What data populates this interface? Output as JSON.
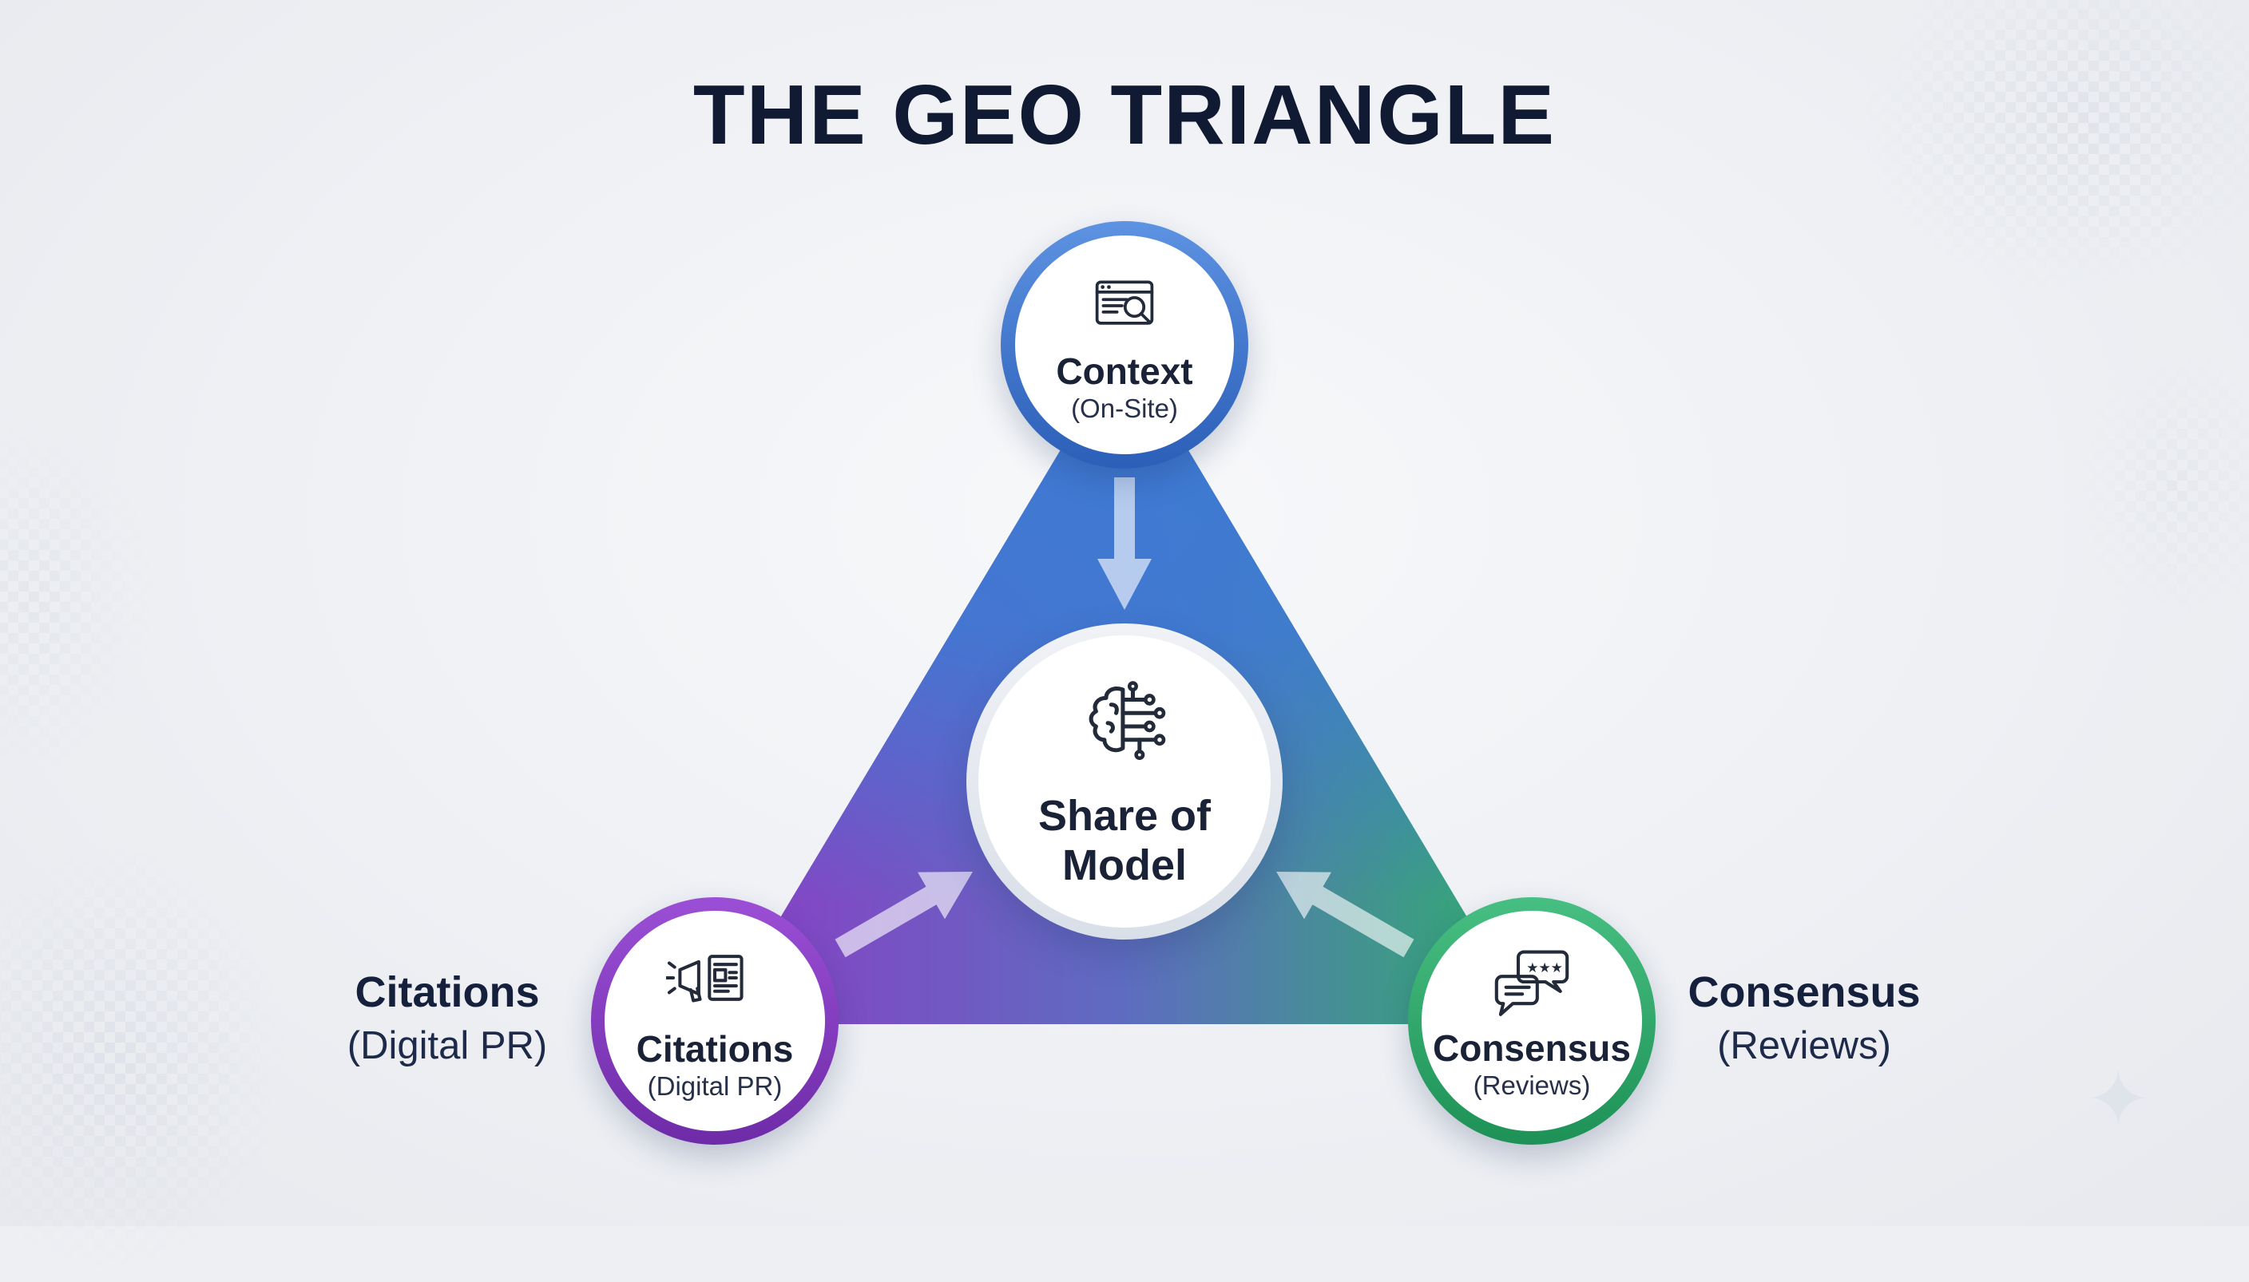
{
  "title": "THE GEO TRIANGLE",
  "center": {
    "label_line1": "Share of",
    "label_line2": "Model",
    "icon": "brain-circuit-icon"
  },
  "nodes": {
    "top": {
      "label": "Context",
      "sublabel": "(On-Site)",
      "icon": "browser-search-icon",
      "ring_color": "#3c74cf"
    },
    "bottom_left": {
      "label": "Citations",
      "sublabel": "(Digital PR)",
      "icon": "megaphone-news-icon",
      "ring_color": "#8a3fc6"
    },
    "bottom_right": {
      "label": "Consensus",
      "sublabel": "(Reviews)",
      "icon": "chat-stars-icon",
      "ring_color": "#2fae6e"
    }
  },
  "side_labels": {
    "left": {
      "label": "Citations",
      "sublabel": "(Digital PR)"
    },
    "right": {
      "label": "Consensus",
      "sublabel": "(Reviews)"
    }
  },
  "colors": {
    "title": "#111a33",
    "background": "#eef0f4",
    "triangle_top_blue": "#3d7ad4",
    "triangle_left_purple": "#8a3fc6",
    "triangle_right_green": "#2fae6e",
    "arrow": "#ffffff"
  },
  "decor": {
    "sparkle_glyph": "✦"
  }
}
